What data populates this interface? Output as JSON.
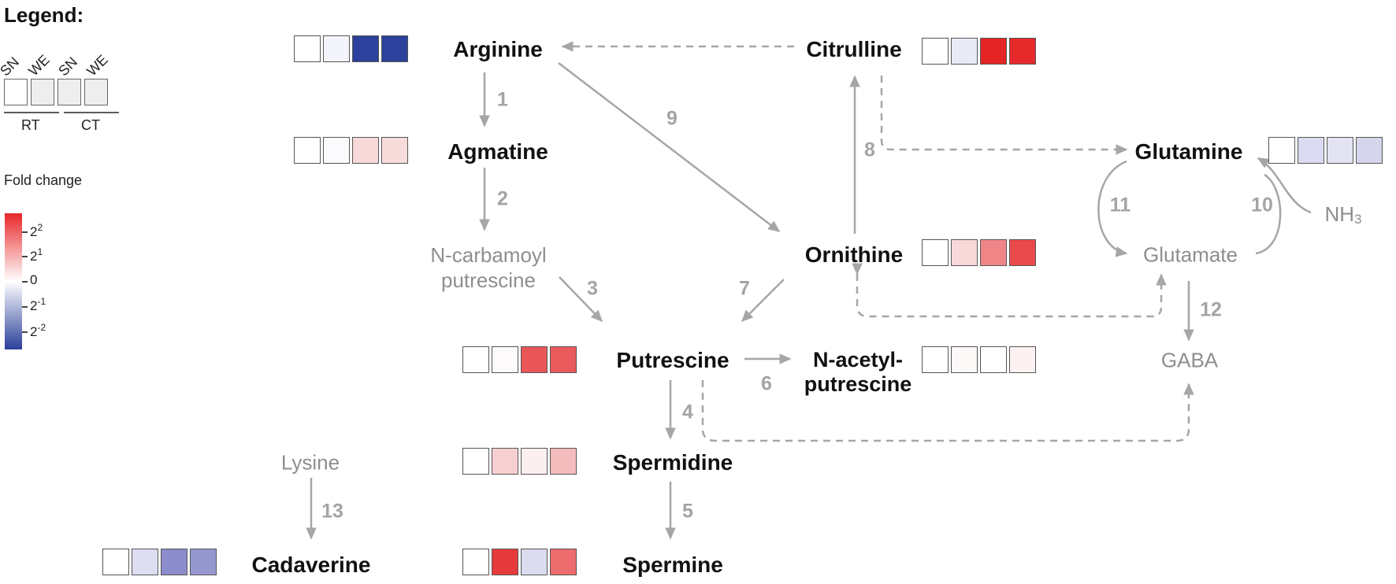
{
  "legend": {
    "title": "Legend:",
    "col_labels": [
      "SN",
      "WE",
      "SN",
      "WE"
    ],
    "group_labels": [
      "RT",
      "CT"
    ],
    "fold_change_title": "Fold change",
    "colorbar": {
      "ticks": [
        {
          "base": "2",
          "exp": "2"
        },
        {
          "base": "2",
          "exp": "1"
        },
        {
          "base": "0",
          "exp": ""
        },
        {
          "base": "2",
          "exp": "-1"
        },
        {
          "base": "2",
          "exp": "-2"
        }
      ],
      "high_color": "#e8282a",
      "mid_color": "#ffffff",
      "low_color": "#2a3f9a"
    }
  },
  "metabolites": {
    "arginine": "Arginine",
    "agmatine": "Agmatine",
    "citrulline": "Citrulline",
    "glutamine": "Glutamine",
    "ornithine": "Ornithine",
    "putrescine": "Putrescine",
    "n_acetyl_1": "N-acetyl-",
    "n_acetyl_2": "putrescine",
    "spermidine": "Spermidine",
    "spermine": "Spermine",
    "cadaverine": "Cadaverine"
  },
  "intermediates": {
    "n_carbamoyl_1": "N-carbamoyl",
    "n_carbamoyl_2": "putrescine",
    "glutamate": "Glutamate",
    "gaba": "GABA",
    "lysine": "Lysine",
    "nh3_base": "NH",
    "nh3_sub": "3"
  },
  "steps": [
    "1",
    "2",
    "3",
    "4",
    "5",
    "6",
    "7",
    "8",
    "9",
    "10",
    "11",
    "12",
    "13"
  ],
  "heatmaps": {
    "arginine": [
      "#ffffff",
      "#f4f4fb",
      "#2b419b",
      "#2b419b"
    ],
    "agmatine": [
      "#ffffff",
      "#fbfbfd",
      "#f8d9da",
      "#f8dcdc"
    ],
    "citrulline": [
      "#ffffff",
      "#e9eaf6",
      "#e52426",
      "#e6292b"
    ],
    "glutamine": [
      "#ffffff",
      "#dadaf0",
      "#e3e3f3",
      "#d5d5ec"
    ],
    "ornithine": [
      "#ffffff",
      "#f9d8da",
      "#ef8587",
      "#ea4a4c"
    ],
    "putrescine": [
      "#ffffff",
      "#fcfafa",
      "#e95658",
      "#e95a5c"
    ],
    "n_acetyl": [
      "#ffffff",
      "#fdf8f8",
      "#ffffff",
      "#fcf2f2"
    ],
    "spermidine": [
      "#ffffff",
      "#f8cfd0",
      "#fcefef",
      "#f5bcbd"
    ],
    "spermine": [
      "#ffffff",
      "#e63a3c",
      "#dcdcf0",
      "#ec6b6d"
    ],
    "cadaverine": [
      "#ffffff",
      "#dedef1",
      "#8a8ccb",
      "#9597cf"
    ]
  }
}
